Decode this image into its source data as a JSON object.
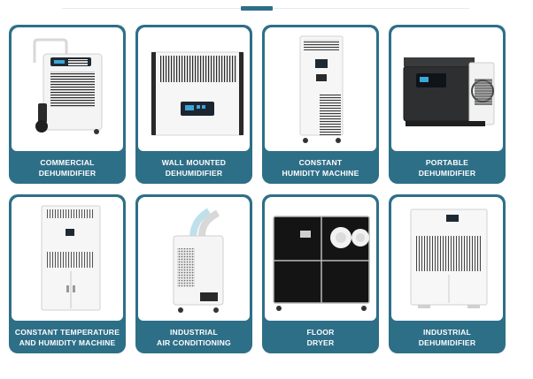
{
  "products": [
    {
      "line1": "COMMERCIAL",
      "line2": "DEHUMIDIFIER",
      "icon": "commercial-dehumidifier-icon"
    },
    {
      "line1": "WALL MOUNTED",
      "line2": "DEHUMIDIFIER",
      "icon": "wall-mounted-dehumidifier-icon"
    },
    {
      "line1": "CONSTANT",
      "line2": "HUMIDITY MACHINE",
      "icon": "constant-humidity-machine-icon"
    },
    {
      "line1": "PORTABLE",
      "line2": "DEHUMIDIFIER",
      "icon": "portable-dehumidifier-icon"
    },
    {
      "line1": "CONSTANT TEMPERATURE",
      "line2": "AND HUMIDITY MACHINE",
      "icon": "constant-temperature-humidity-machine-icon"
    },
    {
      "line1": "INDUSTRIAL",
      "line2": "AIR CONDITIONING",
      "icon": "industrial-air-conditioning-icon"
    },
    {
      "line1": "FLOOR",
      "line2": "DRYER",
      "icon": "floor-dryer-icon"
    },
    {
      "line1": "INDUSTRIAL",
      "line2": "DEHUMIDIFIER",
      "icon": "industrial-dehumidifier-icon"
    }
  ],
  "colors": {
    "accent": "#2e6f88",
    "card_text": "#ffffff",
    "background": "#ffffff"
  }
}
